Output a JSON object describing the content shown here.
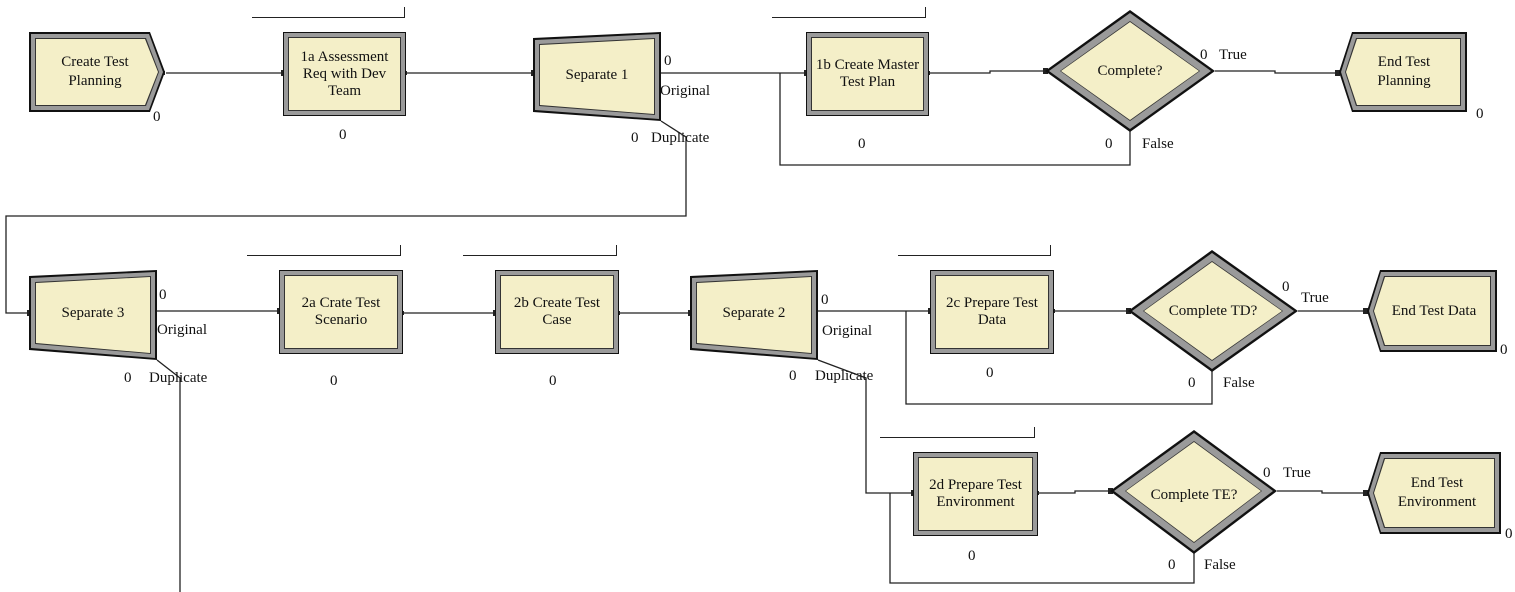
{
  "modules": {
    "create_test_planning": {
      "label": "Create Test Planning",
      "count": "0"
    },
    "assessment": {
      "label": "1a Assessment Req with Dev Team",
      "count": "0"
    },
    "separate1": {
      "label": "Separate 1",
      "count": "0",
      "original": "Original",
      "duplicate": "Duplicate",
      "dup_count": "0"
    },
    "master_plan": {
      "label": "1b Create Master Test Plan",
      "count": "0"
    },
    "complete": {
      "label": "Complete?",
      "true_label": "True",
      "false_label": "False",
      "true_count": "0",
      "false_count": "0"
    },
    "end_planning": {
      "label": "End Test Planning",
      "count": "0"
    },
    "separate3": {
      "label": "Separate 3",
      "count": "0",
      "original": "Original",
      "duplicate": "Duplicate",
      "dup_count": "0"
    },
    "scenario": {
      "label": "2a Crate Test Scenario",
      "count": "0"
    },
    "test_case": {
      "label": "2b Create Test Case",
      "count": "0"
    },
    "separate2": {
      "label": "Separate 2",
      "count": "0",
      "original": "Original",
      "duplicate": "Duplicate",
      "dup_count": "0"
    },
    "test_data": {
      "label": "2c Prepare Test Data",
      "count": "0"
    },
    "complete_td": {
      "label": "Complete TD?",
      "true_label": "True",
      "false_label": "False",
      "true_count": "0",
      "false_count": "0"
    },
    "end_data": {
      "label": "End Test Data",
      "count": "0"
    },
    "environment": {
      "label": "2d Prepare Test Environment",
      "count": "0"
    },
    "complete_te": {
      "label": "Complete TE?",
      "true_label": "True",
      "false_label": "False",
      "true_count": "0",
      "false_count": "0"
    },
    "end_env": {
      "label": "End Test Environment",
      "count": "0"
    }
  },
  "colors": {
    "fill": "#f4efc8",
    "border_outer": "#111111",
    "border_inner": "#9a9a9a",
    "connector": "#222222"
  }
}
